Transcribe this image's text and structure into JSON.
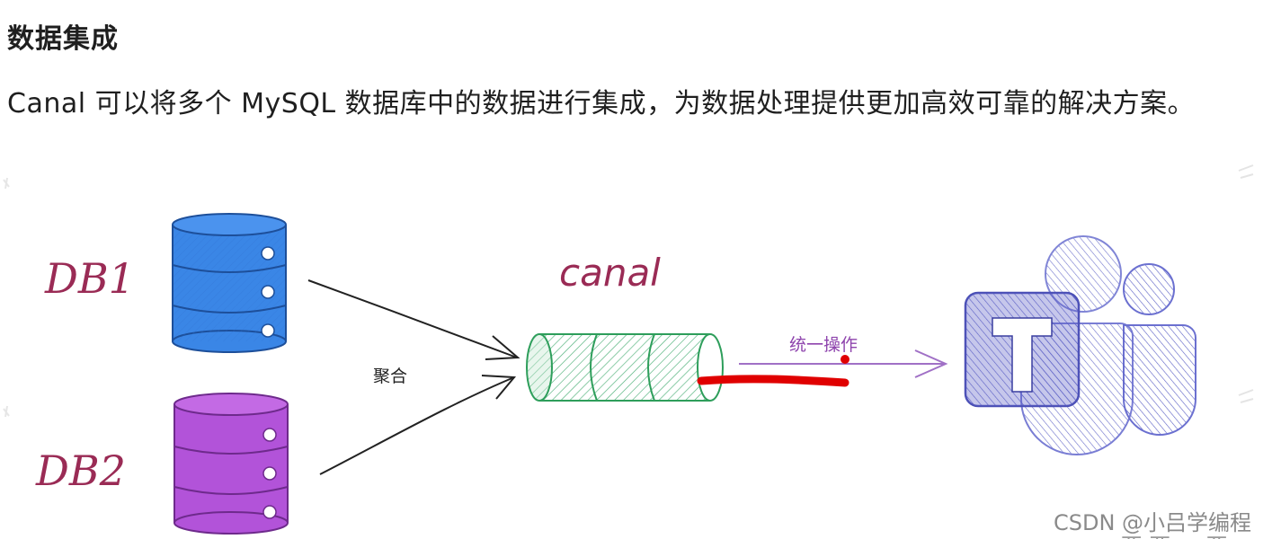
{
  "section": {
    "title": "数据集成",
    "description": "Canal 可以将多个 MySQL 数据库中的数据进行集成，为数据处理提供更加高效可靠的解决方案。"
  },
  "diagram": {
    "db1_label": "DB1",
    "db2_label": "DB2",
    "aggregate_label": "聚合",
    "canal_label": "canal",
    "unified_label": "统一操作",
    "target_icon": "teams-icon",
    "colors": {
      "db1": "#3a86e6",
      "db2": "#b253d9",
      "handwriting": "#9a2b55",
      "canal": "#2e9e5b",
      "unified": "#9b59b6",
      "target": "#5b5fc7",
      "marker": "#e00000"
    }
  },
  "watermark": {
    "text": "CSDN @小吕学编程",
    "cut_text": "一 亚 亚 一 亚"
  }
}
